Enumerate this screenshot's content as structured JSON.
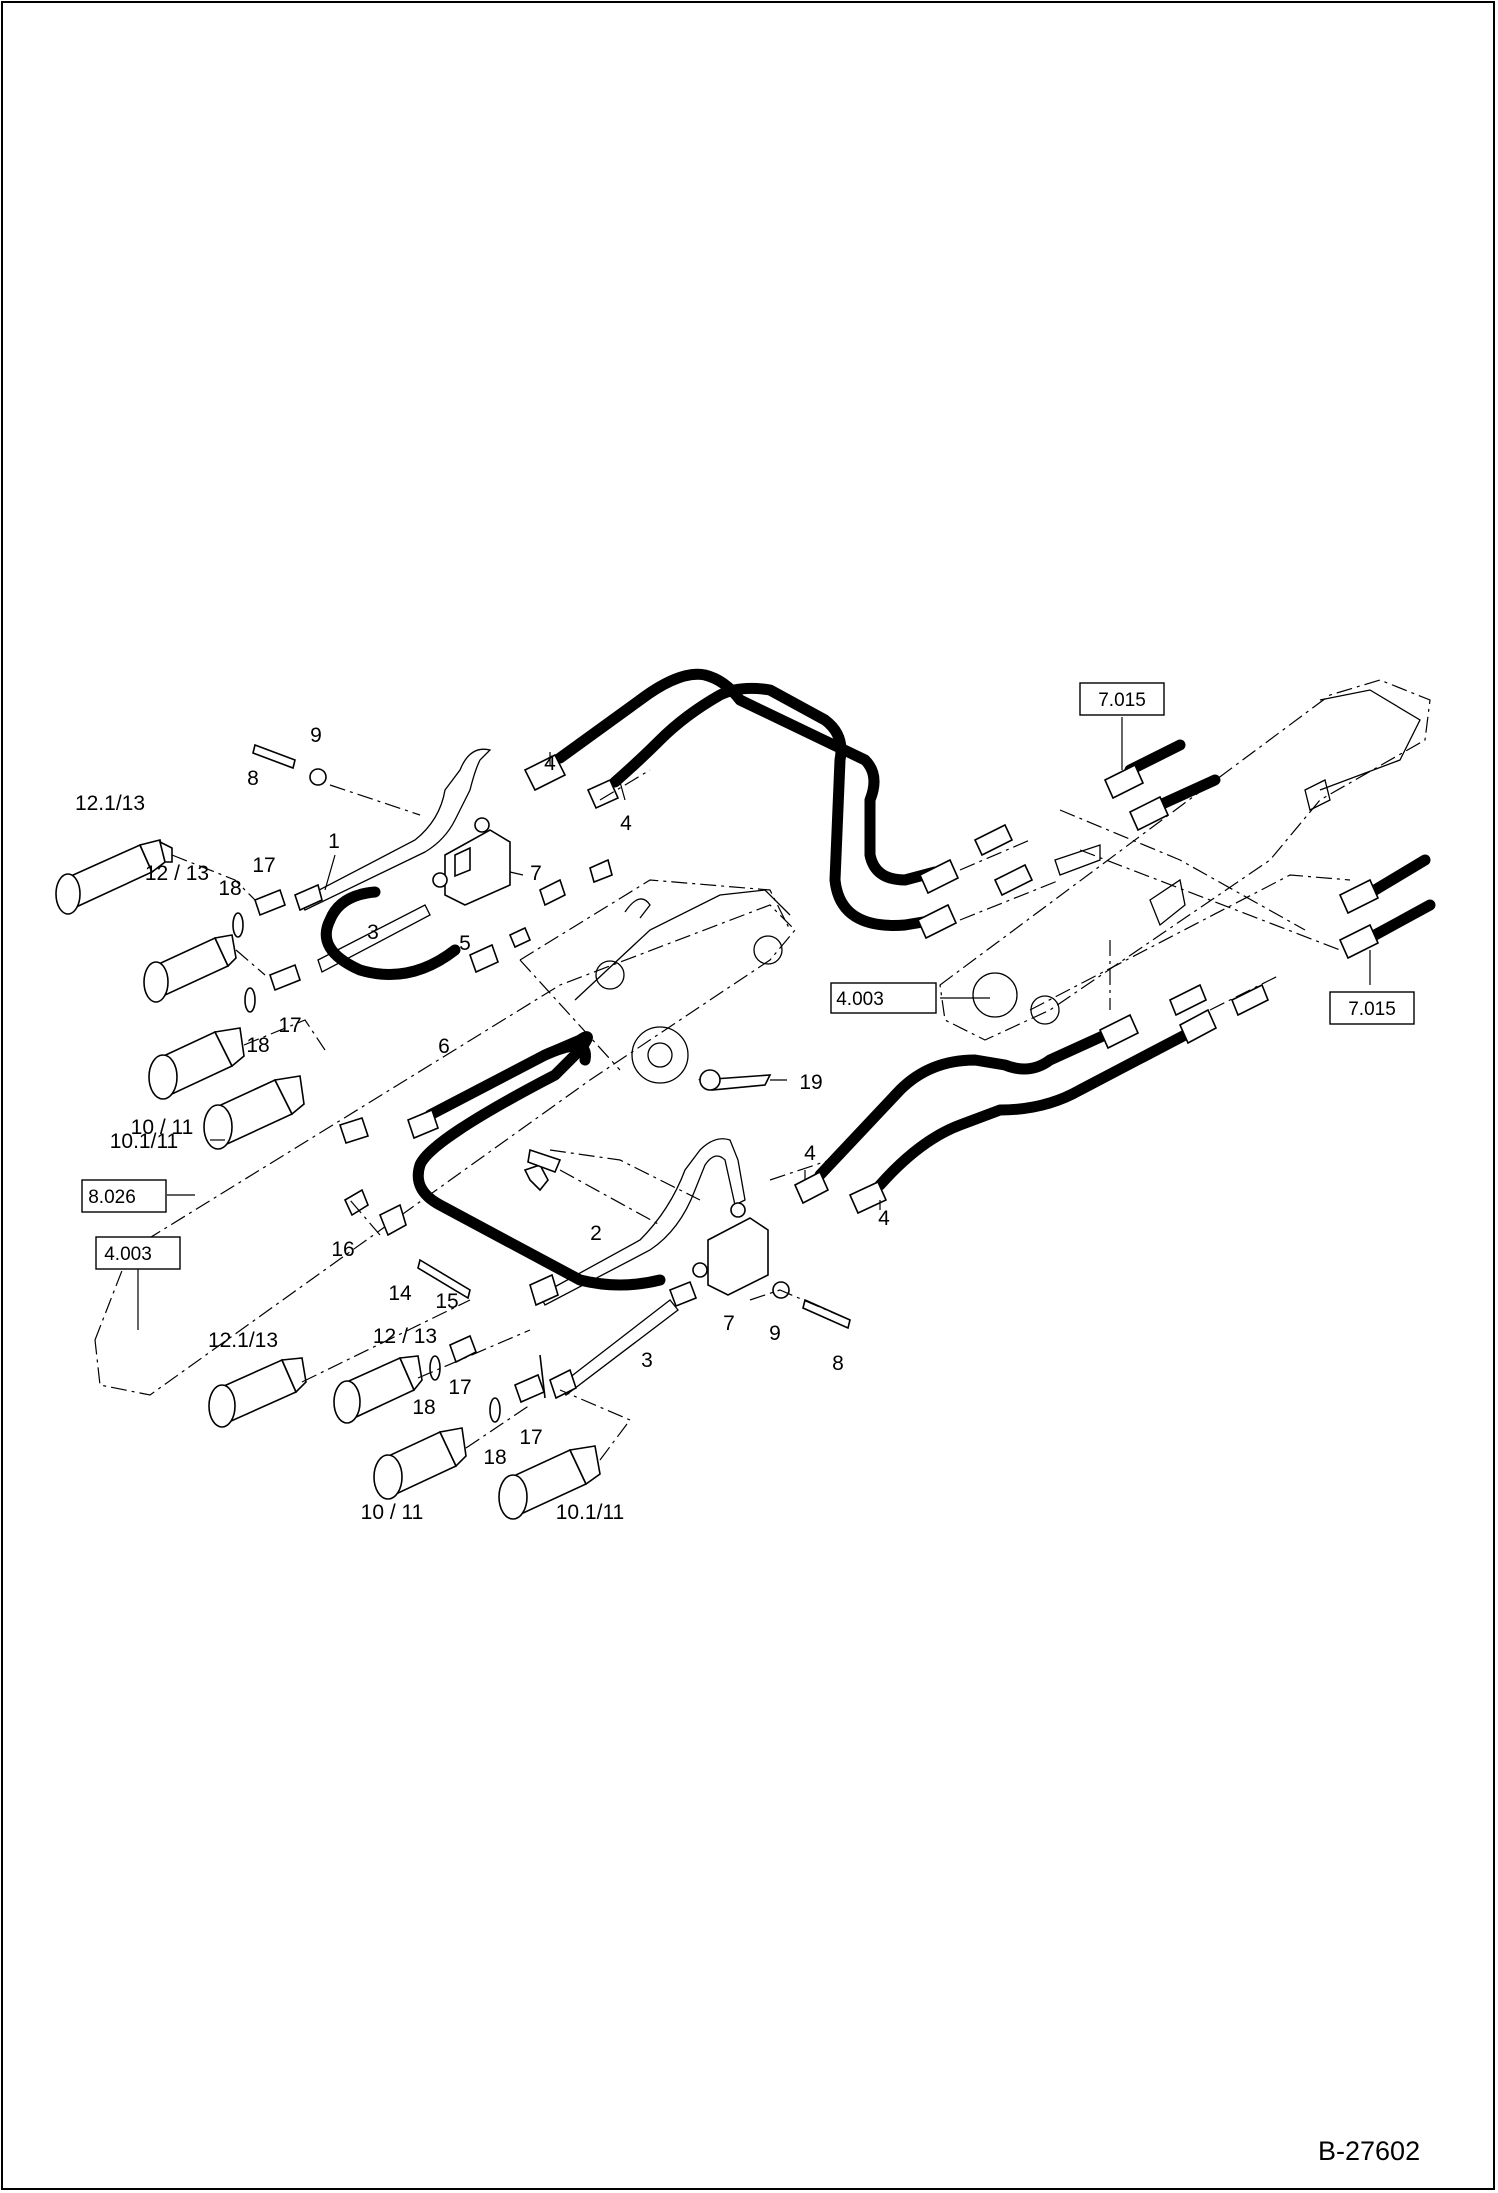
{
  "document_number": "B-27602",
  "reference_boxes": [
    {
      "id": "ref-7015-top",
      "text": "7.015"
    },
    {
      "id": "ref-7015-right",
      "text": "7.015"
    },
    {
      "id": "ref-4003-right",
      "text": "4.003"
    },
    {
      "id": "ref-8026",
      "text": "8.026"
    },
    {
      "id": "ref-4003-left",
      "text": "4.003"
    }
  ],
  "callouts": [
    {
      "id": "c-8-top",
      "text": "8"
    },
    {
      "id": "c-9-top",
      "text": "9"
    },
    {
      "id": "c-121-13-top",
      "text": "12.1/13"
    },
    {
      "id": "c-18-top",
      "text": "18"
    },
    {
      "id": "c-17-top",
      "text": "17"
    },
    {
      "id": "c-1",
      "text": "1"
    },
    {
      "id": "c-12-13-top",
      "text": "12 / 13"
    },
    {
      "id": "c-18-mid",
      "text": "18"
    },
    {
      "id": "c-17-mid",
      "text": "17"
    },
    {
      "id": "c-10-11-top",
      "text": "10 / 11"
    },
    {
      "id": "c-101-11-top",
      "text": "10.1/11"
    },
    {
      "id": "c-3-top",
      "text": "3"
    },
    {
      "id": "c-5",
      "text": "5"
    },
    {
      "id": "c-7-top",
      "text": "7"
    },
    {
      "id": "c-4-a",
      "text": "4"
    },
    {
      "id": "c-4-b",
      "text": "4"
    },
    {
      "id": "c-6",
      "text": "6"
    },
    {
      "id": "c-19",
      "text": "19"
    },
    {
      "id": "c-4-c",
      "text": "4"
    },
    {
      "id": "c-4-d",
      "text": "4"
    },
    {
      "id": "c-16",
      "text": "16"
    },
    {
      "id": "c-14",
      "text": "14"
    },
    {
      "id": "c-15",
      "text": "15"
    },
    {
      "id": "c-2",
      "text": "2"
    },
    {
      "id": "c-7-bot",
      "text": "7"
    },
    {
      "id": "c-9-bot",
      "text": "9"
    },
    {
      "id": "c-8-bot",
      "text": "8"
    },
    {
      "id": "c-3-bot",
      "text": "3"
    },
    {
      "id": "c-121-13-bot",
      "text": "12.1/13"
    },
    {
      "id": "c-12-13-bot",
      "text": "12 / 13"
    },
    {
      "id": "c-17-bot",
      "text": "17"
    },
    {
      "id": "c-18-bot-a",
      "text": "18"
    },
    {
      "id": "c-17-bot-b",
      "text": "17"
    },
    {
      "id": "c-18-bot-b",
      "text": "18"
    },
    {
      "id": "c-10-11-bot",
      "text": "10 / 11"
    },
    {
      "id": "c-101-11-bot",
      "text": "10.1/11"
    }
  ]
}
